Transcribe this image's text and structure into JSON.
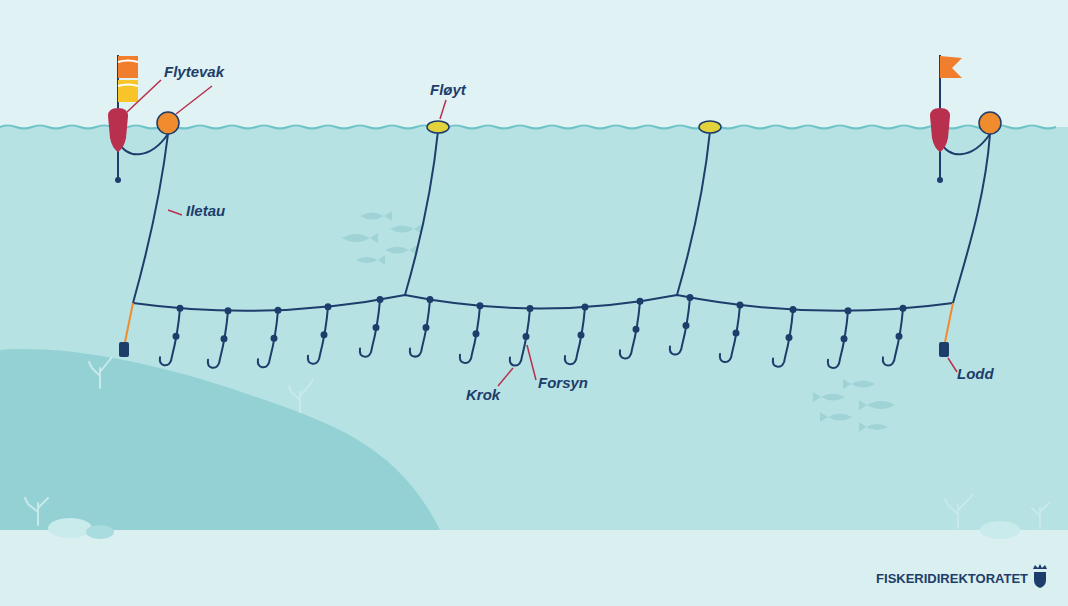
{
  "diagram": {
    "labels": [
      "Flytevak",
      "Fløyt",
      "Iletau",
      "Krok",
      "Forsyn",
      "Lodd",
      "FISKERIDIREKTORATET"
    ]
  }
}
